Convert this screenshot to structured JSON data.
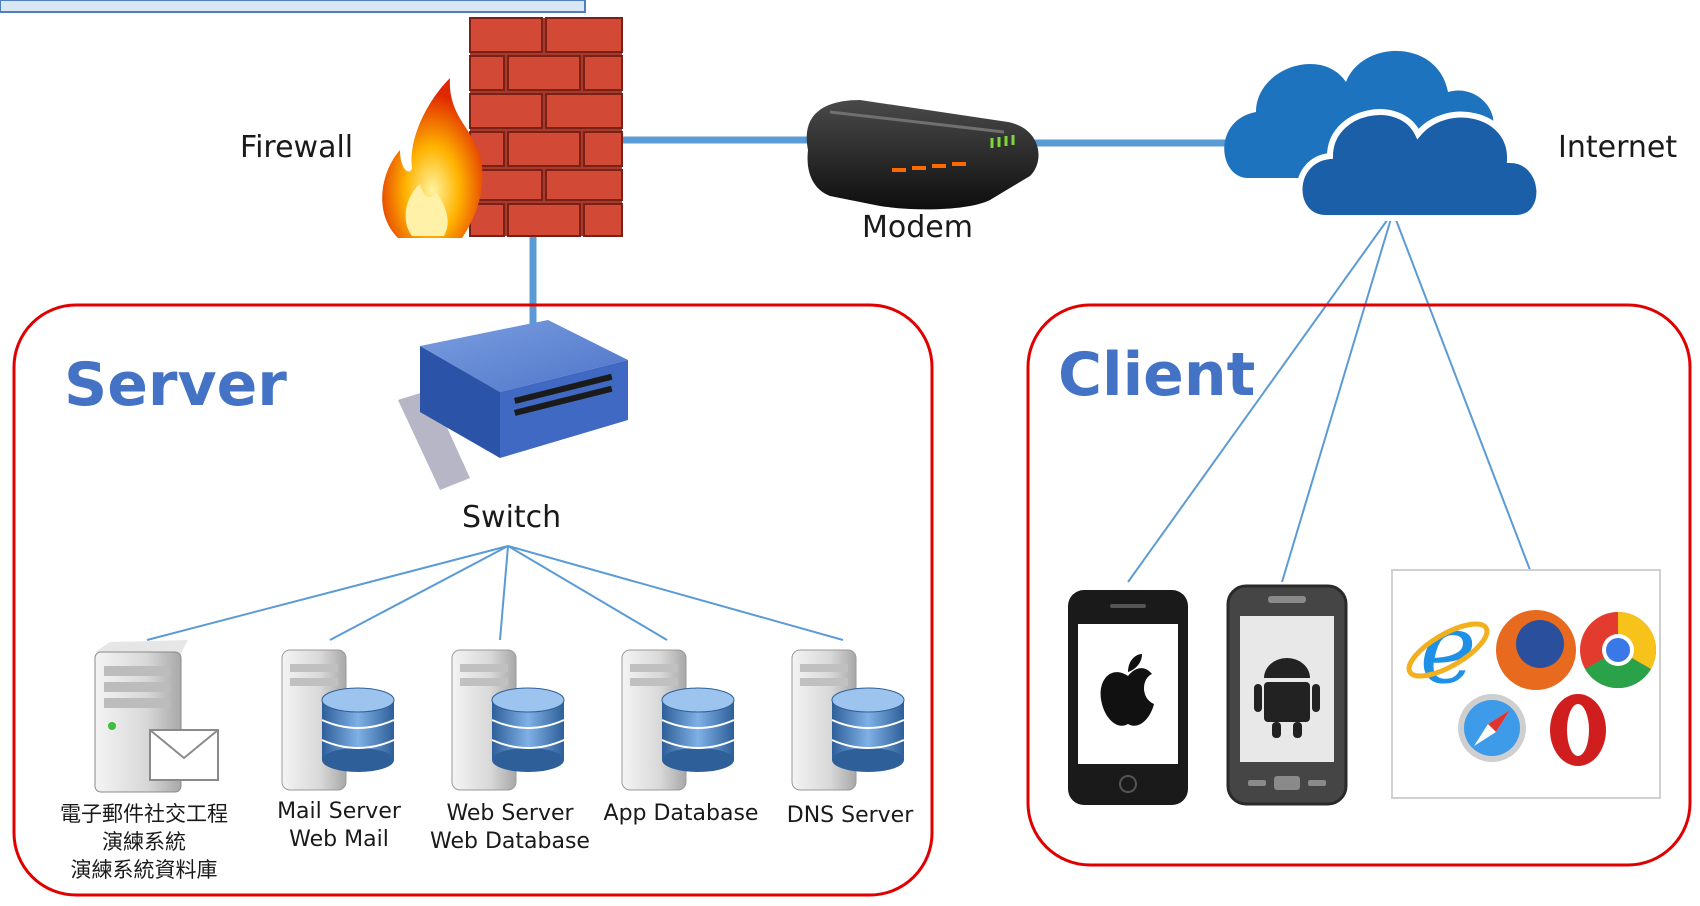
{
  "nodes": {
    "firewall": "Firewall",
    "modem": "Modem",
    "internet": "Internet",
    "switch": "Switch"
  },
  "groups": {
    "server": "Server",
    "client": "Client"
  },
  "servers": [
    {
      "line1": "電子郵件社交工程",
      "line2": "演練系統",
      "line3": "演練系統資料庫"
    },
    {
      "line1": "Mail Server",
      "line2": "Web Mail"
    },
    {
      "line1": "Web Server",
      "line2": "Web Database"
    },
    {
      "line1": "App Database"
    },
    {
      "line1": "DNS Server"
    }
  ],
  "colors": {
    "link": "#5b9bd5",
    "group_border": "#e00000",
    "group_title": "#4472c4",
    "cloud": "#1e73be"
  },
  "icons": [
    "firewall-icon",
    "modem-icon",
    "cloud-icon",
    "switch-icon",
    "server-tower-icon",
    "database-icon",
    "iphone-icon",
    "android-phone-icon",
    "browser-logos-icon"
  ]
}
